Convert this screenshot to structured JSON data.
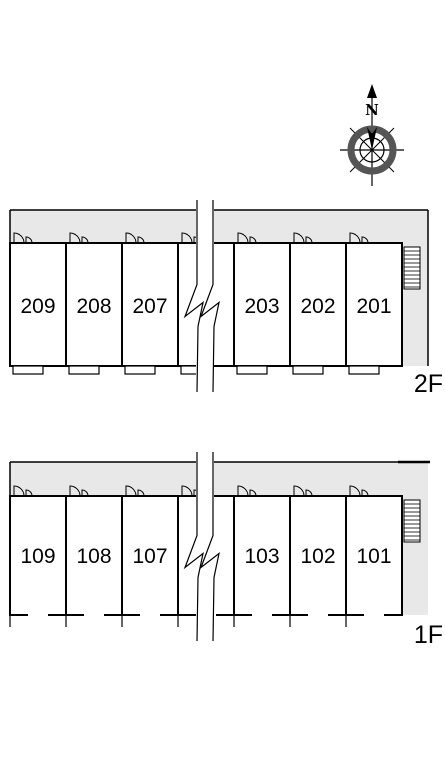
{
  "compass": {
    "north_label": "N",
    "icon": "compass-rose-icon"
  },
  "floors": [
    {
      "label": "2F",
      "rooms": [
        "209",
        "208",
        "207",
        "",
        "203",
        "202",
        "201"
      ],
      "has_balconies": true
    },
    {
      "label": "1F",
      "rooms": [
        "109",
        "108",
        "107",
        "",
        "103",
        "102",
        "101"
      ],
      "has_balconies": false
    }
  ],
  "colors": {
    "corridor": "#e8e8e8",
    "room": "#ffffff",
    "wall": "#000000"
  }
}
